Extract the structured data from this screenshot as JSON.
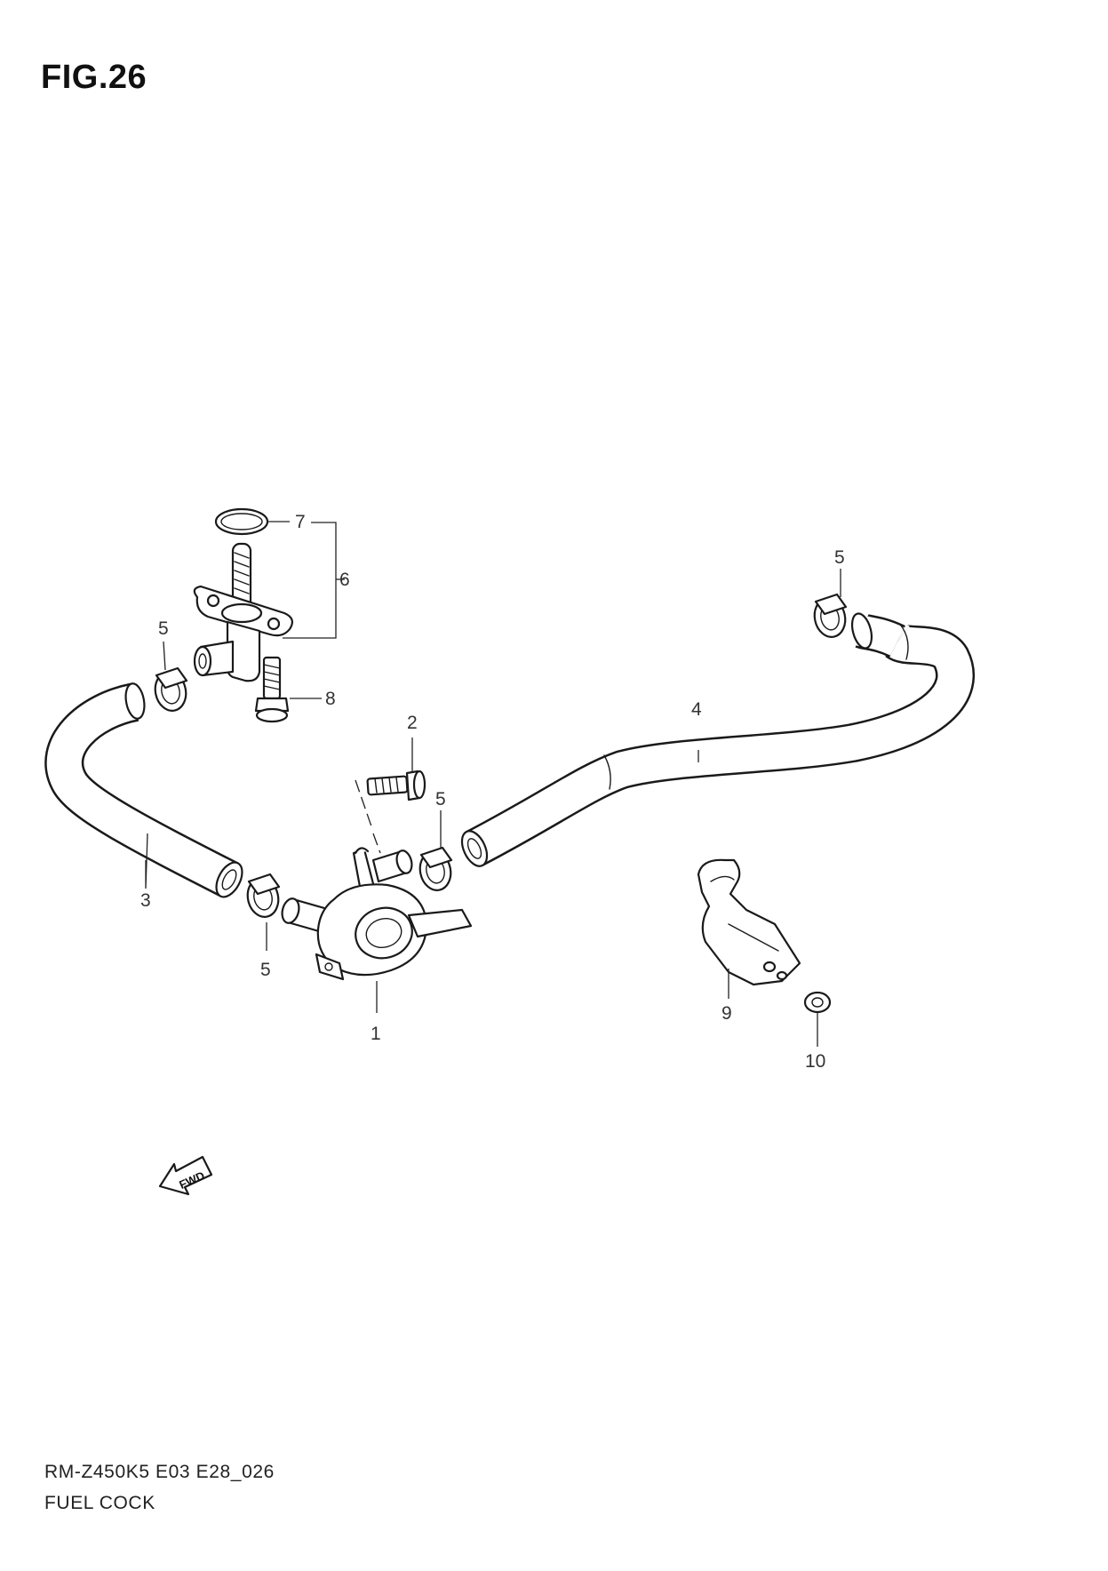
{
  "figure": {
    "title": "FIG.26",
    "fwd_label": "FWD"
  },
  "callouts": [
    {
      "id": "1",
      "label": "1"
    },
    {
      "id": "2",
      "label": "2"
    },
    {
      "id": "3",
      "label": "3"
    },
    {
      "id": "4",
      "label": "4"
    },
    {
      "id": "5a",
      "label": "5"
    },
    {
      "id": "5b",
      "label": "5"
    },
    {
      "id": "5c",
      "label": "5"
    },
    {
      "id": "5d",
      "label": "5"
    },
    {
      "id": "6",
      "label": "6"
    },
    {
      "id": "7",
      "label": "7"
    },
    {
      "id": "8",
      "label": "8"
    },
    {
      "id": "9",
      "label": "9"
    },
    {
      "id": "10",
      "label": "10"
    }
  ],
  "footer": {
    "model_code": "RM-Z450K5 E03 E28_026",
    "section_name": "FUEL COCK"
  }
}
